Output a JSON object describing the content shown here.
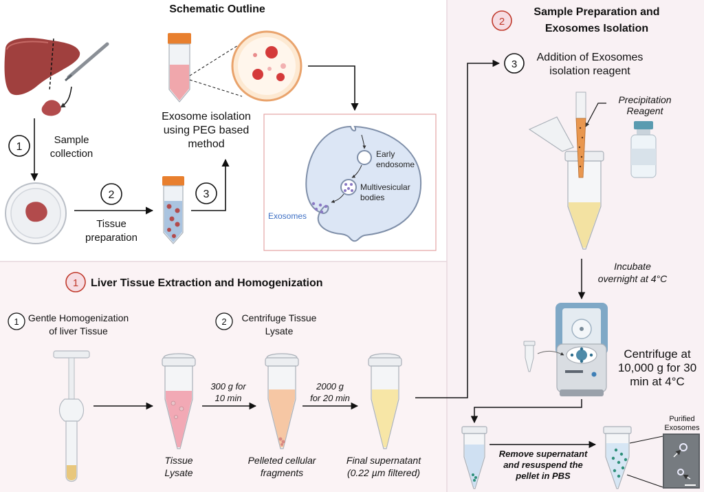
{
  "schematic": {
    "title": "Schematic Outline",
    "step1_num": "1",
    "step1_label_line1": "Sample",
    "step1_label_line2": "collection",
    "step2_num": "2",
    "step2_label_line1": "Tissue",
    "step2_label_line2": "preparation",
    "step3_num": "3",
    "peg_line1": "Exosome isolation",
    "peg_line2": "using PEG based",
    "peg_line3": "method",
    "cell": {
      "early_line1": "Early",
      "early_line2": "endosome",
      "mvb_line1": "Multivesicular",
      "mvb_line2": "bodies",
      "exosomes": "Exosomes"
    }
  },
  "section1": {
    "num": "1",
    "title": "Liver Tissue Extraction and Homogenization",
    "sub1_num": "1",
    "sub1_line1": "Gentle Homogenization",
    "sub1_line2": "of liver Tissue",
    "sub2_num": "2",
    "sub2_line1": "Centrifuge Tissue",
    "sub2_line2": "Lysate",
    "spin1_line1": "300 g for",
    "spin1_line2": "10 min",
    "spin2_line1": "2000 g",
    "spin2_line2": "for 20 min",
    "tube1_line1": "Tissue",
    "tube1_line2": "Lysate",
    "tube2_line1": "Pelleted cellular",
    "tube2_line2": "fragments",
    "tube3_line1": "Final supernatant",
    "tube3_line2": "(0.22 µm filtered)"
  },
  "section2": {
    "num": "2",
    "title_line1": "Sample Preparation and",
    "title_line2": "Exosomes Isolation",
    "step3_num": "3",
    "step3_line1": "Addition of Exosomes",
    "step3_line2": "isolation reagent",
    "precip_line1": "Precipitation",
    "precip_line2": "Reagent",
    "incubate_line1": "Incubate",
    "incubate_line2": "overnight at 4°C",
    "centrifuge_line1": "Centrifuge at",
    "centrifuge_line2": "10,000 g for 30",
    "centrifuge_line3": "min at 4°C",
    "remove_line1": "Remove supernatant",
    "remove_line2": "and resuspend the",
    "remove_line3": "pellet in PBS",
    "purified_line1": "Purified",
    "purified_line2": "Exosomes"
  },
  "colors": {
    "liver": "#a0403e",
    "accent_red": "#c0392b",
    "cell_fill": "#dce6f5",
    "panel_bg": "#f9f1f4",
    "lysate_pink": "#f2a9b5",
    "pellet_orange": "#f6c7a4",
    "supernatant_yellow": "#f7e6a6"
  }
}
